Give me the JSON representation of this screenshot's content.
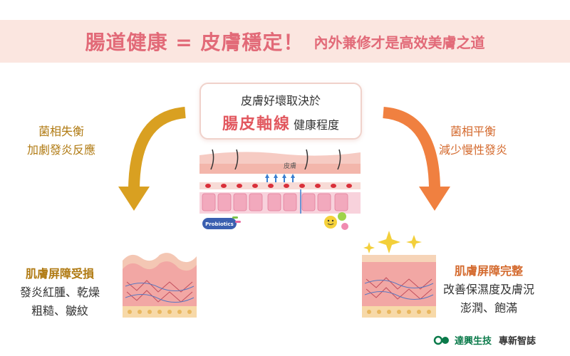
{
  "title": {
    "main": "腸道健康 = 皮膚穩定！",
    "sub": "內外兼修才是高效美膚之道"
  },
  "center": {
    "line1": "皮膚好壞取決於",
    "highlight": "腸皮軸線",
    "rest": "健康程度"
  },
  "diagram": {
    "skin_label": "皮膚",
    "probiotics_label": "Probiotics"
  },
  "left_branch": {
    "line1": "菌相失衡",
    "line2": "加劇發炎反應",
    "caption_title": "肌膚屏障受損",
    "caption_line1": "發炎紅腫、乾燥",
    "caption_line2": "粗糙、皺紋"
  },
  "right_branch": {
    "line1": "菌相平衡",
    "line2": "減少慢性發炎",
    "caption_title": "肌膚屏障完整",
    "caption_line1": "改善保濕度及膚況",
    "caption_line2": "澎潤、飽滿"
  },
  "footer": {
    "brand": "達興生技",
    "slogan": "專新智誌"
  },
  "colors": {
    "title": "#e26a78",
    "banner_bg": "#fbe6e0",
    "left_accent": "#d9a021",
    "right_accent": "#f08040",
    "highlight": "#e2585f",
    "brand": "#0a7a4a"
  }
}
